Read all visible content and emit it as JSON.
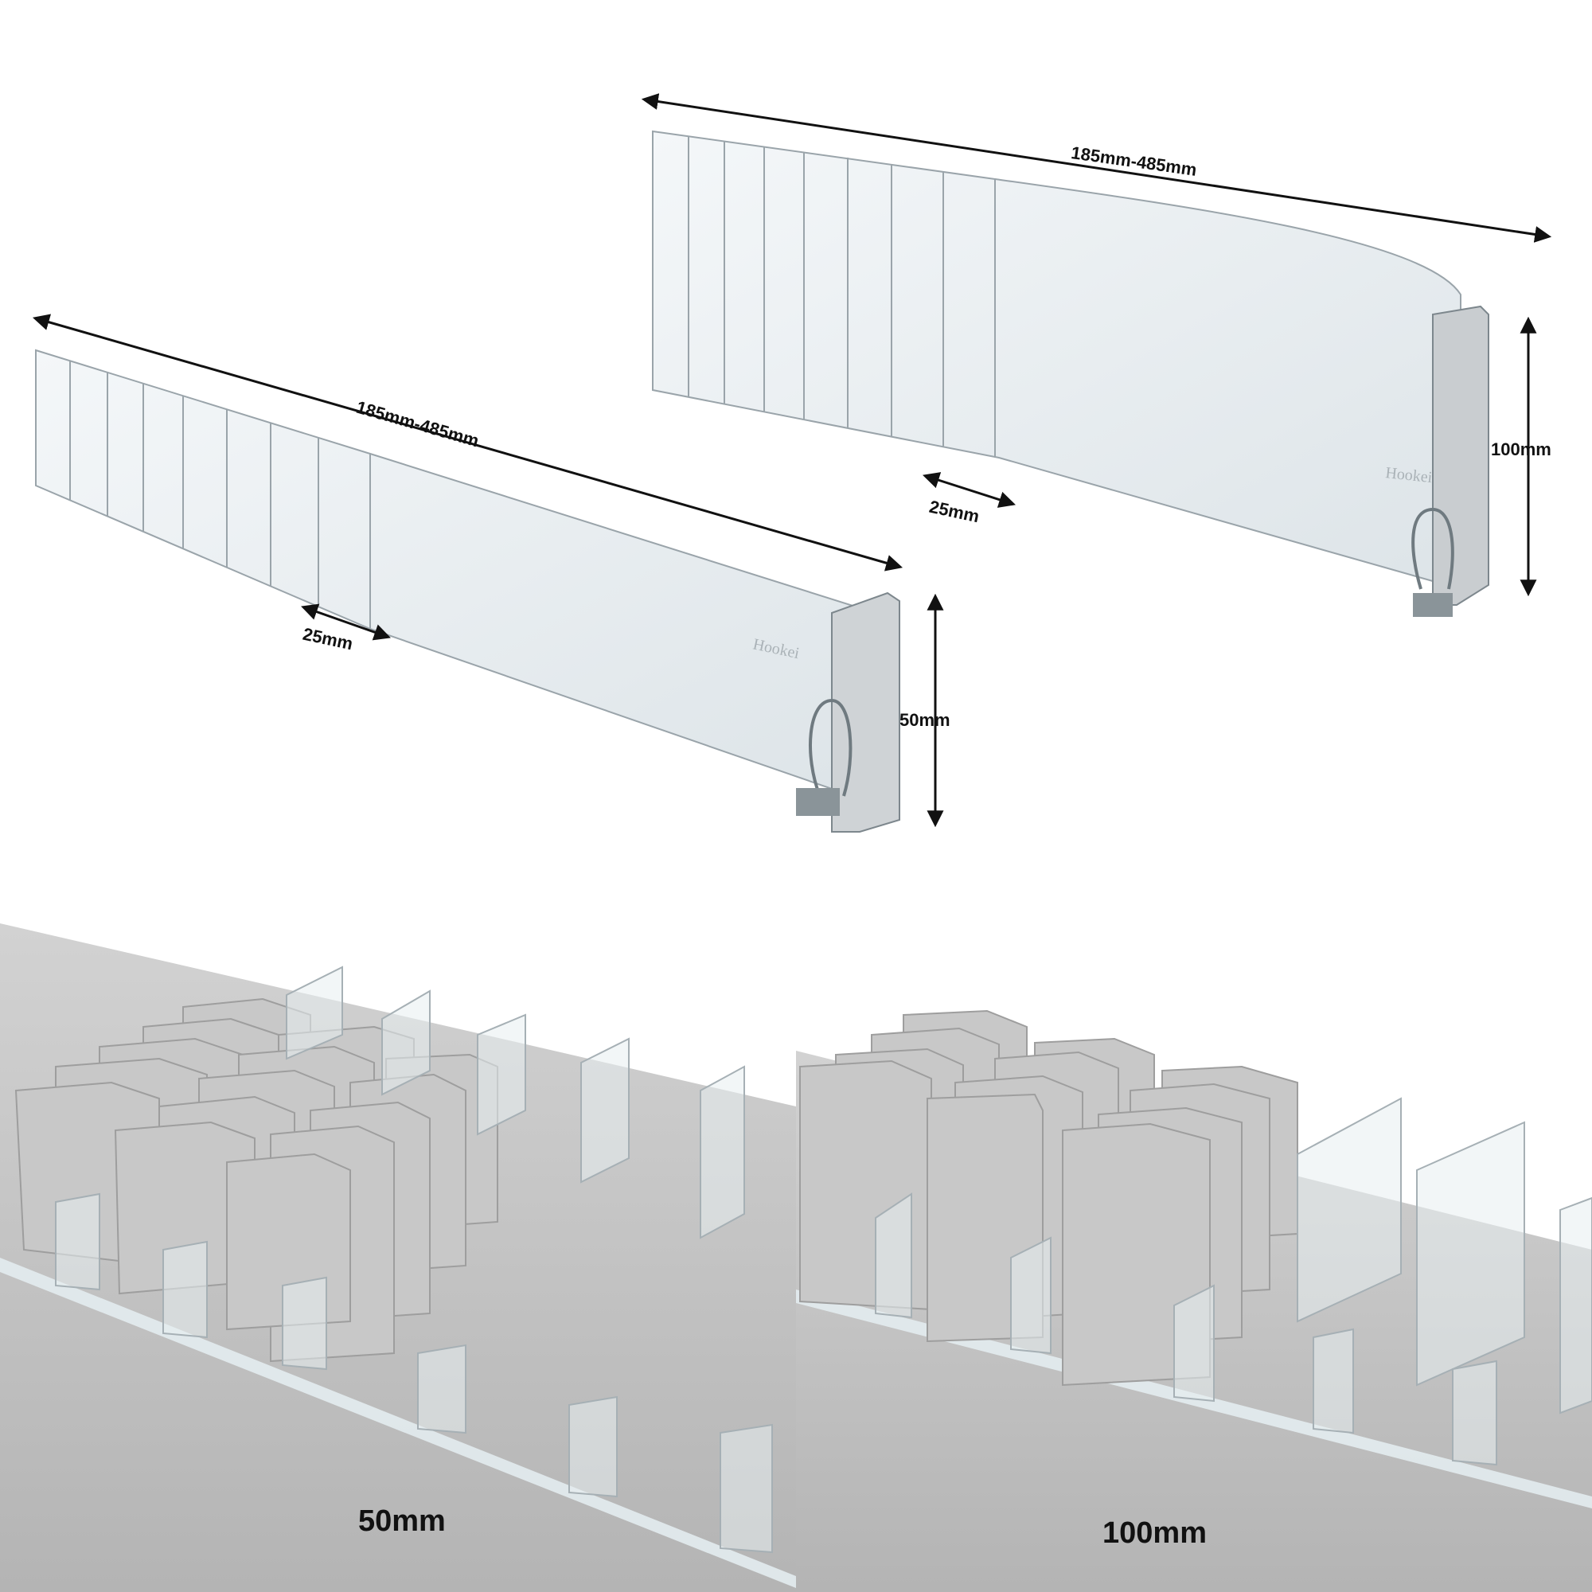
{
  "product": {
    "brand_mark": "Hookei",
    "colors": {
      "acrylic": "#dfe6ea",
      "edge": "#8c969c",
      "shelf": "#bdbdbd",
      "box": "#c9c9c9",
      "arrow": "#111111"
    }
  },
  "top_left_divider": {
    "length_label": "185mm-485mm",
    "segment_label": "25mm",
    "height_label": "50mm"
  },
  "top_right_divider": {
    "length_label": "185mm-485mm",
    "segment_label": "25mm",
    "height_label": "100mm"
  },
  "bottom_panels": [
    {
      "caption": "50mm"
    },
    {
      "caption": "100mm"
    }
  ]
}
